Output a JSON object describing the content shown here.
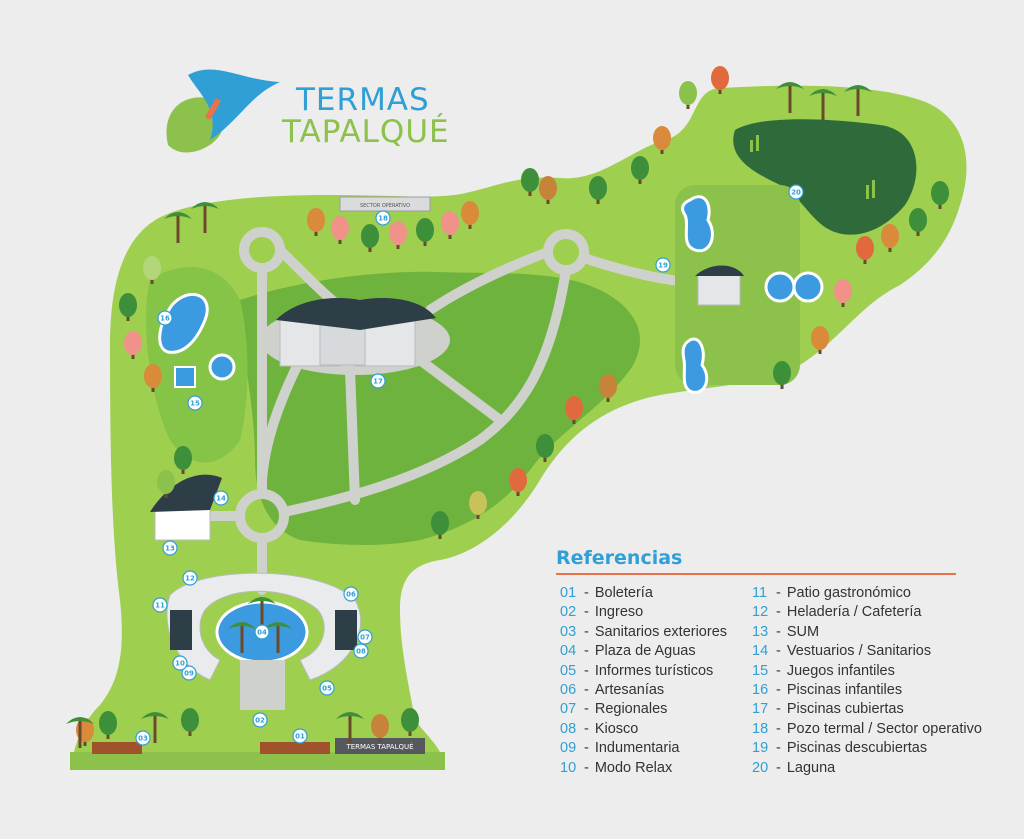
{
  "logo": {
    "line1": "TERMAS",
    "line2": "TAPALQUÉ",
    "brand_blue": "#2f9fd6",
    "brand_green": "#8cc14c"
  },
  "signs": {
    "sector_operativo": "SECTOR OPERATIVO",
    "entrance": "TERMAS TAPALQUÉ"
  },
  "colors": {
    "park": "#9fcf4f",
    "park_dark": "#6fb33f",
    "path": "#cfd2cc",
    "water": "#3b9ae0",
    "lagoon": "#2f6b3a",
    "marker": "#2f9fd6",
    "accent": "#e8734a"
  },
  "markers": [
    "01",
    "02",
    "03",
    "04",
    "05",
    "06",
    "07",
    "08",
    "09",
    "10",
    "11",
    "12",
    "13",
    "14",
    "15",
    "16",
    "17",
    "18",
    "19",
    "20"
  ],
  "references": {
    "title": "Referencias",
    "items": [
      {
        "num": "01",
        "label": "Boletería"
      },
      {
        "num": "02",
        "label": "Ingreso"
      },
      {
        "num": "03",
        "label": "Sanitarios exteriores"
      },
      {
        "num": "04",
        "label": "Plaza de Aguas"
      },
      {
        "num": "05",
        "label": "Informes turísticos"
      },
      {
        "num": "06",
        "label": "Artesanías"
      },
      {
        "num": "07",
        "label": "Regionales"
      },
      {
        "num": "08",
        "label": "Kiosco"
      },
      {
        "num": "09",
        "label": "Indumentaria"
      },
      {
        "num": "10",
        "label": "Modo Relax"
      },
      {
        "num": "11",
        "label": "Patio gastronómico"
      },
      {
        "num": "12",
        "label": "Heladería / Cafetería"
      },
      {
        "num": "13",
        "label": "SUM"
      },
      {
        "num": "14",
        "label": "Vestuarios / Sanitarios"
      },
      {
        "num": "15",
        "label": "Juegos infantiles"
      },
      {
        "num": "16",
        "label": "Piscinas infantiles"
      },
      {
        "num": "17",
        "label": "Piscinas cubiertas"
      },
      {
        "num": "18",
        "label": "Pozo termal / Sector operativo"
      },
      {
        "num": "19",
        "label": "Piscinas descubiertas"
      },
      {
        "num": "20",
        "label": "Laguna"
      }
    ]
  }
}
